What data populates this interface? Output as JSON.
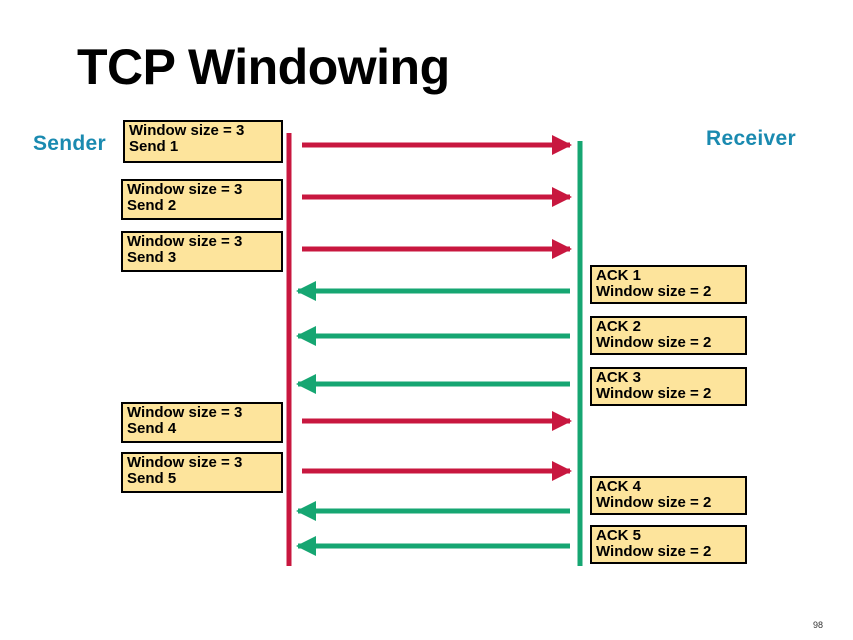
{
  "title": "TCP Windowing",
  "sender_label": "Sender",
  "receiver_label": "Receiver",
  "page_number": "98",
  "colors": {
    "sender_line": "#c8173f",
    "receiver_line": "#16a672",
    "send_arrow": "#c8173f",
    "ack_arrow": "#16a672",
    "box_fill": "#fde49c",
    "label": "#1a8ab0"
  },
  "sender_messages": [
    {
      "line1": "Window size = 3",
      "line2": "Send 1"
    },
    {
      "line1": "Window size = 3",
      "line2": "Send 2"
    },
    {
      "line1": "Window size = 3",
      "line2": "Send 3"
    },
    {
      "line1": "Window size = 3",
      "line2": "Send 4"
    },
    {
      "line1": "Window size = 3",
      "line2": "Send 5"
    }
  ],
  "receiver_messages": [
    {
      "line1": "ACK 1",
      "line2": "Window size = 2"
    },
    {
      "line1": "ACK 2",
      "line2": "Window size = 2"
    },
    {
      "line1": "ACK 3",
      "line2": "Window size = 2"
    },
    {
      "line1": "ACK 4",
      "line2": "Window size = 2"
    },
    {
      "line1": "ACK 5",
      "line2": "Window size = 2"
    }
  ]
}
